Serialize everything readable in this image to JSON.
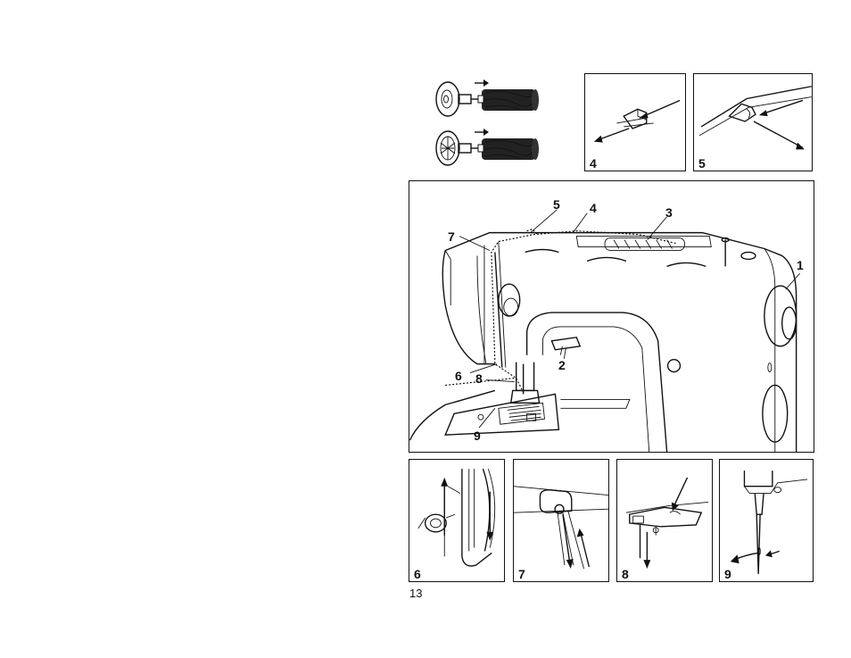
{
  "page": {
    "number": "13"
  },
  "small_panels_top": [
    {
      "label": "4"
    },
    {
      "label": "5"
    }
  ],
  "main_panel": {
    "callouts": [
      "1",
      "2",
      "3",
      "4",
      "5",
      "6",
      "7",
      "8",
      "9"
    ]
  },
  "small_panels_bottom": [
    {
      "label": "6"
    },
    {
      "label": "7"
    },
    {
      "label": "8"
    },
    {
      "label": "9"
    }
  ]
}
